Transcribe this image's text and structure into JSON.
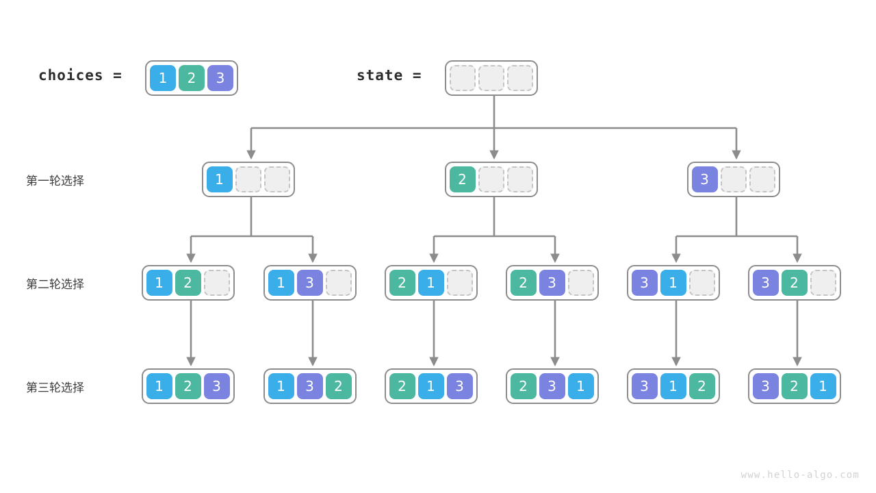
{
  "title": "Permutation backtracking tree",
  "colors": {
    "one": "#3aaee8",
    "two": "#4cb8a0",
    "three": "#7b83e0",
    "empty_fill": "#efefef",
    "empty_border": "#c4c4c4",
    "box_border": "#8c8c8c",
    "wire": "#8c8c8c",
    "text": "#3d3d3d",
    "watermark": "#d2d2d2"
  },
  "header": {
    "choices_label": "choices  =",
    "choices_cells": [
      "1",
      "2",
      "3"
    ],
    "state_label": "state  =",
    "state_cells": [
      "",
      "",
      ""
    ]
  },
  "rows": [
    {
      "label": "第一轮选择"
    },
    {
      "label": "第二轮选择"
    },
    {
      "label": "第三轮选择"
    }
  ],
  "level1": [
    {
      "cells": [
        "1",
        "",
        ""
      ]
    },
    {
      "cells": [
        "2",
        "",
        ""
      ]
    },
    {
      "cells": [
        "3",
        "",
        ""
      ]
    }
  ],
  "level2": [
    {
      "cells": [
        "1",
        "2",
        ""
      ]
    },
    {
      "cells": [
        "1",
        "3",
        ""
      ]
    },
    {
      "cells": [
        "2",
        "1",
        ""
      ]
    },
    {
      "cells": [
        "2",
        "3",
        ""
      ]
    },
    {
      "cells": [
        "3",
        "1",
        ""
      ]
    },
    {
      "cells": [
        "3",
        "2",
        ""
      ]
    }
  ],
  "level3": [
    {
      "cells": [
        "1",
        "2",
        "3"
      ]
    },
    {
      "cells": [
        "1",
        "3",
        "2"
      ]
    },
    {
      "cells": [
        "2",
        "1",
        "3"
      ]
    },
    {
      "cells": [
        "2",
        "3",
        "1"
      ]
    },
    {
      "cells": [
        "3",
        "1",
        "2"
      ]
    },
    {
      "cells": [
        "3",
        "2",
        "1"
      ]
    }
  ],
  "watermark": "www.hello-algo.com"
}
